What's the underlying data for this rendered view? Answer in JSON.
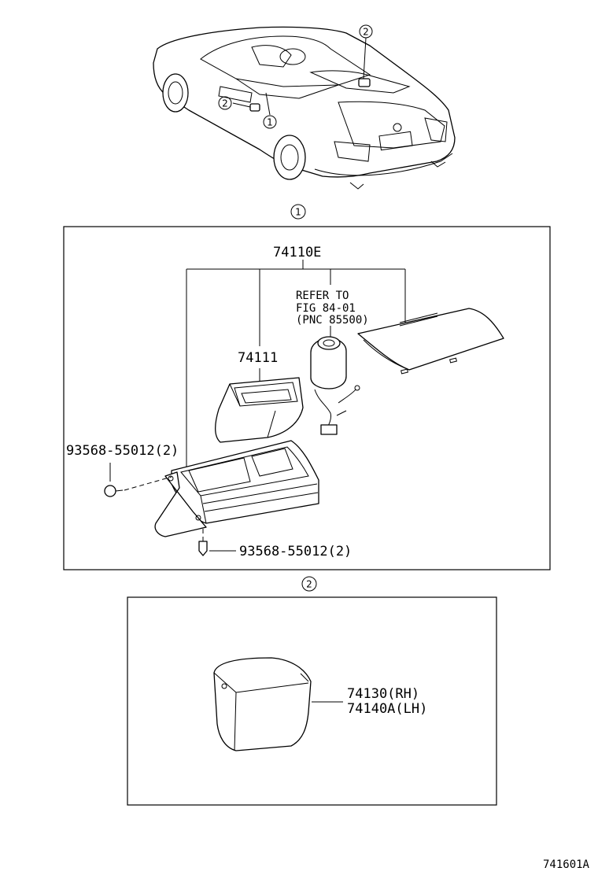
{
  "callouts": {
    "one": "1",
    "two": "2"
  },
  "section1": {
    "assembly_part": "74110E",
    "refer_line1": "REFER TO",
    "refer_line2": "FIG 84-01",
    "refer_line3": "(PNC 85500)",
    "box_part": "74111",
    "screw_left": "93568-55012(2)",
    "screw_bottom": "93568-55012(2)"
  },
  "section2": {
    "part_rh": "74130(RH)",
    "part_lh": "74140A(LH)"
  },
  "footer": {
    "figure_code": "741601A"
  }
}
